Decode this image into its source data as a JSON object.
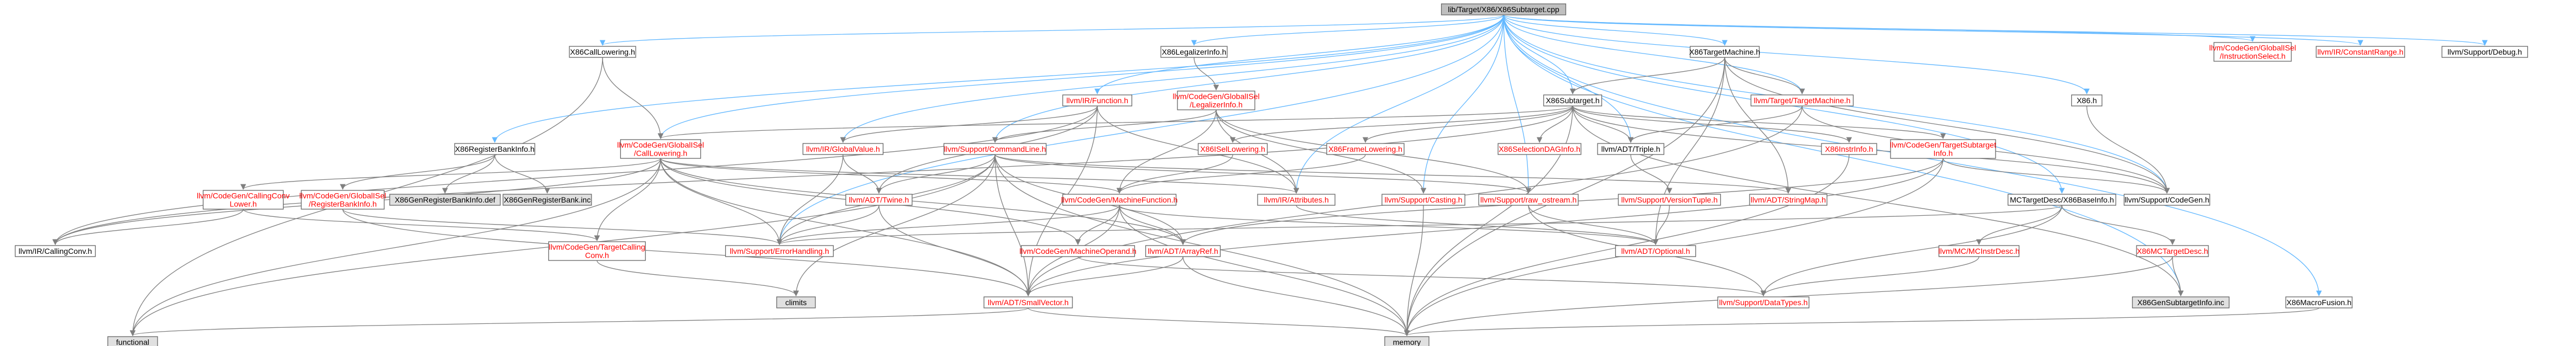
{
  "colors": {
    "root_fill": "#bfbfbf",
    "node_fill": "#ffffff",
    "missing_fill": "#e0e0e0",
    "border": "#666666",
    "link_red": "#ff0000",
    "link_black": "#000000",
    "edge_blue": "#63b8ff",
    "edge_gray": "#808080",
    "edge_gray_dark": "#404040"
  },
  "nodes": [
    {
      "id": "root",
      "kind": "root",
      "lines": [
        "lib/Target/X86/X86Subtarget.cpp"
      ]
    },
    {
      "id": "x86calllowering",
      "kind": "plain",
      "lines": [
        "X86CallLowering.h"
      ]
    },
    {
      "id": "x86legalizerinfo",
      "kind": "plain",
      "lines": [
        "X86LegalizerInfo.h"
      ]
    },
    {
      "id": "x86targetmachine",
      "kind": "plain",
      "lines": [
        "X86TargetMachine.h"
      ]
    },
    {
      "id": "instrselect",
      "kind": "red",
      "lines": [
        "llvm/CodeGen/GlobalISel",
        "/InstructionSelect.h"
      ]
    },
    {
      "id": "constantrange",
      "kind": "red",
      "lines": [
        "llvm/IR/ConstantRange.h"
      ]
    },
    {
      "id": "debug",
      "kind": "plain",
      "lines": [
        "llvm/Support/Debug.h"
      ]
    },
    {
      "id": "irfunction",
      "kind": "red",
      "lines": [
        "llvm/IR/Function.h"
      ]
    },
    {
      "id": "legalizerinfo",
      "kind": "red",
      "lines": [
        "llvm/CodeGen/GlobalISel",
        "/LegalizerInfo.h"
      ]
    },
    {
      "id": "x86subtarget",
      "kind": "plain",
      "lines": [
        "X86Subtarget.h"
      ]
    },
    {
      "id": "targetmachine",
      "kind": "red",
      "lines": [
        "llvm/Target/TargetMachine.h"
      ]
    },
    {
      "id": "x86h",
      "kind": "plain",
      "lines": [
        "X86.h"
      ]
    },
    {
      "id": "x86registerbankinfo",
      "kind": "plain",
      "lines": [
        "X86RegisterBankInfo.h"
      ]
    },
    {
      "id": "gcalllowering",
      "kind": "red",
      "lines": [
        "llvm/CodeGen/GlobalISel",
        "/CallLowering.h"
      ]
    },
    {
      "id": "globalvalue",
      "kind": "red",
      "lines": [
        "llvm/IR/GlobalValue.h"
      ]
    },
    {
      "id": "commandline",
      "kind": "red",
      "lines": [
        "llvm/Support/CommandLine.h"
      ]
    },
    {
      "id": "x86isellowering",
      "kind": "red",
      "lines": [
        "X86ISelLowering.h"
      ]
    },
    {
      "id": "x86framelowering",
      "kind": "red",
      "lines": [
        "X86FrameLowering.h"
      ]
    },
    {
      "id": "x86seldag",
      "kind": "red",
      "lines": [
        "X86SelectionDAGInfo.h"
      ]
    },
    {
      "id": "triple",
      "kind": "plain",
      "lines": [
        "llvm/ADT/Triple.h"
      ]
    },
    {
      "id": "x86instrinfo",
      "kind": "red",
      "lines": [
        "X86InstrInfo.h"
      ]
    },
    {
      "id": "tgtsubtarget",
      "kind": "red",
      "lines": [
        "llvm/CodeGen/TargetSubtarget",
        "Info.h"
      ]
    },
    {
      "id": "callconvlower",
      "kind": "red",
      "lines": [
        "llvm/CodeGen/CallingConv",
        "Lower.h"
      ]
    },
    {
      "id": "regbankinfo",
      "kind": "red",
      "lines": [
        "llvm/CodeGen/GlobalISel",
        "/RegisterBankInfo.h"
      ]
    },
    {
      "id": "genregbankdef",
      "kind": "missing",
      "lines": [
        "X86GenRegisterBankInfo.def"
      ]
    },
    {
      "id": "genregbankinc",
      "kind": "missing",
      "lines": [
        "X86GenRegisterBank.inc"
      ]
    },
    {
      "id": "twine",
      "kind": "red",
      "lines": [
        "llvm/ADT/Twine.h"
      ]
    },
    {
      "id": "machinefunction",
      "kind": "red",
      "lines": [
        "llvm/CodeGen/MachineFunction.h"
      ]
    },
    {
      "id": "attributes",
      "kind": "red",
      "lines": [
        "llvm/IR/Attributes.h"
      ]
    },
    {
      "id": "casting",
      "kind": "red",
      "lines": [
        "llvm/Support/Casting.h"
      ]
    },
    {
      "id": "raw_ostream",
      "kind": "red",
      "lines": [
        "llvm/Support/raw_ostream.h"
      ]
    },
    {
      "id": "versiontuple",
      "kind": "red",
      "lines": [
        "llvm/Support/VersionTuple.h"
      ]
    },
    {
      "id": "stringmap",
      "kind": "red",
      "lines": [
        "llvm/ADT/StringMap.h"
      ]
    },
    {
      "id": "x86baseinfo",
      "kind": "plain",
      "lines": [
        "MCTargetDesc/X86BaseInfo.h"
      ]
    },
    {
      "id": "supportcodegen",
      "kind": "plain",
      "lines": [
        "llvm/Support/CodeGen.h"
      ]
    },
    {
      "id": "ircallingconv",
      "kind": "plain",
      "lines": [
        "llvm/IR/CallingConv.h"
      ]
    },
    {
      "id": "targetcallingconv",
      "kind": "red",
      "lines": [
        "llvm/CodeGen/TargetCalling",
        "Conv.h"
      ]
    },
    {
      "id": "errorhandling",
      "kind": "red",
      "lines": [
        "llvm/Support/ErrorHandling.h"
      ]
    },
    {
      "id": "machineoperand",
      "kind": "red",
      "lines": [
        "llvm/CodeGen/MachineOperand.h"
      ]
    },
    {
      "id": "arrayref",
      "kind": "red",
      "lines": [
        "llvm/ADT/ArrayRef.h"
      ]
    },
    {
      "id": "optional",
      "kind": "red",
      "lines": [
        "llvm/ADT/Optional.h"
      ]
    },
    {
      "id": "mcinstrdesc",
      "kind": "red",
      "lines": [
        "llvm/MC/MCInstrDesc.h"
      ]
    },
    {
      "id": "x86mctargetdesc",
      "kind": "red",
      "lines": [
        "X86MCTargetDesc.h"
      ]
    },
    {
      "id": "climits",
      "kind": "missing",
      "lines": [
        "climits"
      ]
    },
    {
      "id": "smallvector",
      "kind": "red",
      "lines": [
        "llvm/ADT/SmallVector.h"
      ]
    },
    {
      "id": "datatypes",
      "kind": "red",
      "lines": [
        "llvm/Support/DataTypes.h"
      ]
    },
    {
      "id": "gensubtargetinfo",
      "kind": "missing",
      "lines": [
        "X86GenSubtargetInfo.inc"
      ]
    },
    {
      "id": "x86macrofusion",
      "kind": "plain",
      "lines": [
        "X86MacroFusion.h"
      ]
    },
    {
      "id": "functional",
      "kind": "missing",
      "lines": [
        "functional"
      ]
    },
    {
      "id": "memory",
      "kind": "missing",
      "lines": [
        "memory"
      ]
    }
  ],
  "edges": [
    [
      "root",
      "x86calllowering"
    ],
    [
      "root",
      "x86legalizerinfo"
    ],
    [
      "root",
      "x86targetmachine"
    ],
    [
      "root",
      "instrselect"
    ],
    [
      "root",
      "constantrange"
    ],
    [
      "root",
      "debug"
    ],
    [
      "root",
      "irfunction"
    ],
    [
      "root",
      "x86subtarget"
    ],
    [
      "root",
      "targetmachine"
    ],
    [
      "root",
      "x86h"
    ],
    [
      "root",
      "gcalllowering"
    ],
    [
      "root",
      "globalvalue"
    ],
    [
      "root",
      "commandline"
    ],
    [
      "root",
      "triple"
    ],
    [
      "root",
      "x86registerbankinfo"
    ],
    [
      "root",
      "casting"
    ],
    [
      "root",
      "raw_ostream"
    ],
    [
      "root",
      "errorhandling"
    ],
    [
      "root",
      "supportcodegen"
    ],
    [
      "root",
      "x86baseinfo"
    ],
    [
      "root",
      "x86macrofusion"
    ],
    [
      "root",
      "gensubtargetinfo"
    ],
    [
      "root",
      "attributes"
    ],
    [
      "x86calllowering",
      "gcalllowering"
    ],
    [
      "x86calllowering",
      "functional"
    ],
    [
      "x86legalizerinfo",
      "legalizerinfo"
    ],
    [
      "x86targetmachine",
      "x86subtarget"
    ],
    [
      "x86targetmachine",
      "targetmachine"
    ],
    [
      "x86targetmachine",
      "supportcodegen"
    ],
    [
      "x86targetmachine",
      "stringmap"
    ],
    [
      "x86targetmachine",
      "optional"
    ],
    [
      "x86targetmachine",
      "memory"
    ],
    [
      "irfunction",
      "globalvalue"
    ],
    [
      "irfunction",
      "ircallingconv"
    ],
    [
      "irfunction",
      "attributes"
    ],
    [
      "irfunction",
      "twine"
    ],
    [
      "irfunction",
      "smallvector"
    ],
    [
      "legalizerinfo",
      "machinefunction"
    ],
    [
      "legalizerinfo",
      "commandline"
    ],
    [
      "legalizerinfo",
      "casting"
    ],
    [
      "legalizerinfo",
      "raw_ostream"
    ],
    [
      "legalizerinfo",
      "attributes"
    ],
    [
      "x86subtarget",
      "x86isellowering"
    ],
    [
      "x86subtarget",
      "x86framelowering"
    ],
    [
      "x86subtarget",
      "x86seldag"
    ],
    [
      "x86subtarget",
      "triple"
    ],
    [
      "x86subtarget",
      "x86instrinfo"
    ],
    [
      "x86subtarget",
      "tgtsubtarget"
    ],
    [
      "x86subtarget",
      "gcalllowering"
    ],
    [
      "x86subtarget",
      "ircallingconv"
    ],
    [
      "x86subtarget",
      "gensubtargetinfo"
    ],
    [
      "x86subtarget",
      "memory"
    ],
    [
      "x86subtarget",
      "supportcodegen"
    ],
    [
      "targetmachine",
      "triple"
    ],
    [
      "targetmachine",
      "supportcodegen"
    ],
    [
      "targetmachine",
      "smallvector"
    ],
    [
      "x86h",
      "supportcodegen"
    ],
    [
      "x86registerbankinfo",
      "regbankinfo"
    ],
    [
      "x86registerbankinfo",
      "genregbankdef"
    ],
    [
      "x86registerbankinfo",
      "genregbankinc"
    ],
    [
      "gcalllowering",
      "callconvlower"
    ],
    [
      "gcalllowering",
      "targetcallingconv"
    ],
    [
      "gcalllowering",
      "errorhandling"
    ],
    [
      "gcalllowering",
      "machineoperand"
    ],
    [
      "gcalllowering",
      "arrayref"
    ],
    [
      "gcalllowering",
      "smallvector"
    ],
    [
      "gcalllowering",
      "ircallingconv"
    ],
    [
      "gcalllowering",
      "functional"
    ],
    [
      "gcalllowering",
      "machinefunction"
    ],
    [
      "gcalllowering",
      "attributes"
    ],
    [
      "globalvalue",
      "twine"
    ],
    [
      "globalvalue",
      "errorhandling"
    ],
    [
      "commandline",
      "twine"
    ],
    [
      "commandline",
      "errorhandling"
    ],
    [
      "commandline",
      "arrayref"
    ],
    [
      "commandline",
      "smallvector"
    ],
    [
      "commandline",
      "raw_ostream"
    ],
    [
      "commandline",
      "stringmap"
    ],
    [
      "commandline",
      "climits"
    ],
    [
      "commandline",
      "functional"
    ],
    [
      "commandline",
      "memory"
    ],
    [
      "x86isellowering",
      "machinefunction"
    ],
    [
      "x86framelowering",
      "machinefunction"
    ],
    [
      "triple",
      "versiontuple"
    ],
    [
      "x86instrinfo",
      "memory"
    ],
    [
      "tgtsubtarget",
      "supportcodegen"
    ],
    [
      "tgtsubtarget",
      "arrayref"
    ],
    [
      "tgtsubtarget",
      "smallvector"
    ],
    [
      "tgtsubtarget",
      "memory"
    ],
    [
      "callconvlower",
      "ircallingconv"
    ],
    [
      "callconvlower",
      "targetcallingconv"
    ],
    [
      "regbankinfo",
      "errorhandling"
    ],
    [
      "regbankinfo",
      "smallvector"
    ],
    [
      "twine",
      "errorhandling"
    ],
    [
      "twine",
      "smallvector"
    ],
    [
      "machinefunction",
      "arrayref"
    ],
    [
      "machinefunction",
      "smallvector"
    ],
    [
      "machinefunction",
      "machineoperand"
    ],
    [
      "machinefunction",
      "errorhandling"
    ],
    [
      "machinefunction",
      "memory"
    ],
    [
      "machinefunction",
      "optional"
    ],
    [
      "attributes",
      "optional"
    ],
    [
      "casting",
      "memory"
    ],
    [
      "raw_ostream",
      "optional"
    ],
    [
      "raw_ostream",
      "datatypes"
    ],
    [
      "versiontuple",
      "optional"
    ],
    [
      "x86baseinfo",
      "mcinstrdesc"
    ],
    [
      "x86baseinfo",
      "x86mctargetdesc"
    ],
    [
      "x86baseinfo",
      "errorhandling"
    ],
    [
      "x86baseinfo",
      "datatypes"
    ],
    [
      "targetcallingconv",
      "climits"
    ],
    [
      "machineoperand",
      "datatypes"
    ],
    [
      "arrayref",
      "smallvector"
    ],
    [
      "arrayref",
      "memory"
    ],
    [
      "mcinstrdesc",
      "datatypes"
    ],
    [
      "x86mctargetdesc",
      "gensubtargetinfo"
    ],
    [
      "x86mctargetdesc",
      "memory"
    ],
    [
      "smallvector",
      "functional"
    ],
    [
      "smallvector",
      "memory"
    ],
    [
      "x86macrofusion",
      "memory"
    ]
  ]
}
